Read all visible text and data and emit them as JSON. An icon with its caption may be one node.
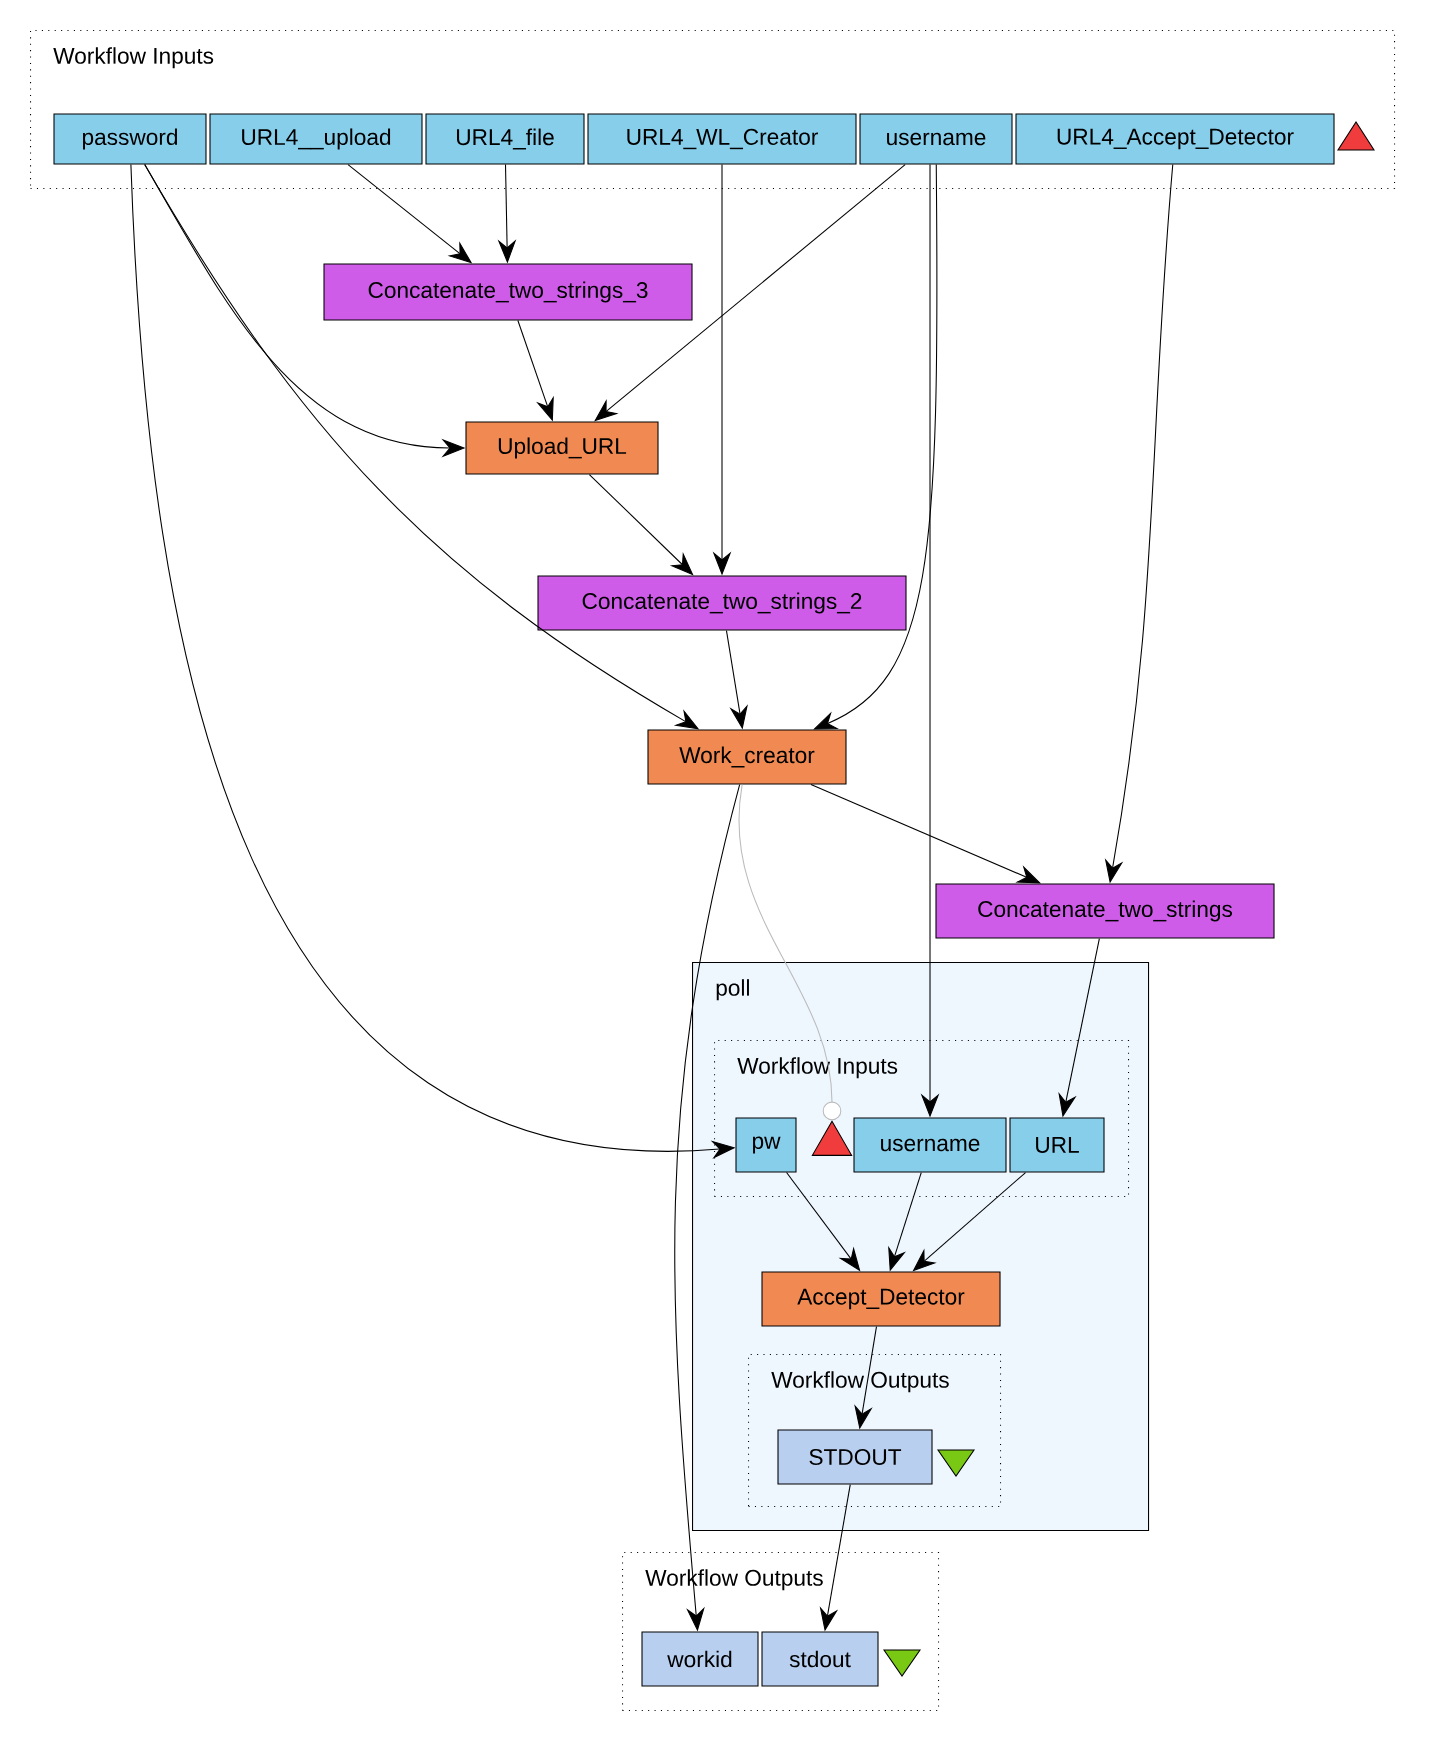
{
  "diagram": {
    "nodes": [
      {
        "text": [
          "Workflow Inputs"
        ]
      },
      {
        "text": [
          "password"
        ],
        "in": 0
      },
      {
        "text": [
          "URL4__upload"
        ],
        "in": 0
      },
      {
        "text": [
          "URL4_file"
        ],
        "in": 0
      },
      {
        "text": [
          "URL4_WL_Creator"
        ],
        "in": 0
      },
      {
        "text": [
          "username"
        ],
        "in": 0
      },
      {
        "text": [
          "URL4_Accept_Detector"
        ],
        "in": 0
      },
      {
        "text": [
          "Concatenate_two_strings_3"
        ]
      },
      {
        "text": [
          "Upload_URL"
        ]
      },
      {
        "text": [
          "Concatenate_two_strings_2"
        ]
      },
      {
        "text": [
          "Work_creator"
        ]
      },
      {
        "text": [
          "Concatenate_two_strings"
        ]
      },
      {
        "text": [
          "poll"
        ]
      },
      {
        "text": [
          "Workflow Inputs"
        ],
        "in": 12
      },
      {
        "text": [
          "pw"
        ],
        "in": 13
      },
      {
        "text": [],
        "shape": "triangle",
        "in": 13
      },
      {
        "text": [
          "username"
        ],
        "in": 13
      },
      {
        "text": [
          "URL"
        ],
        "in": 13
      },
      {
        "text": [
          "Accept_Detector"
        ],
        "in": 12
      },
      {
        "text": [
          "Workflow Outputs"
        ],
        "in": 12
      },
      {
        "text": [
          "STDOUT"
        ],
        "in": 19
      },
      {
        "text": [
          "Workflow Outputs"
        ]
      },
      {
        "text": [
          "workid"
        ],
        "in": 21
      },
      {
        "text": [
          "stdout"
        ],
        "in": 21
      }
    ],
    "edges": [
      {
        "from": 1,
        "to": 8,
        "arrow": "to"
      },
      {
        "from": 1,
        "to": 10,
        "arrow": "to"
      },
      {
        "from": 1,
        "to": 14,
        "arrow": "to"
      },
      {
        "from": 2,
        "to": 7,
        "arrow": "to"
      },
      {
        "from": 3,
        "to": 7,
        "arrow": "to"
      },
      {
        "from": 7,
        "to": 8,
        "arrow": "to"
      },
      {
        "from": 5,
        "to": 8,
        "arrow": "to"
      },
      {
        "from": 4,
        "to": 9,
        "arrow": "to"
      },
      {
        "from": 8,
        "to": 9,
        "arrow": "to"
      },
      {
        "from": 9,
        "to": 10,
        "arrow": "to"
      },
      {
        "from": 5,
        "to": 10,
        "arrow": "to"
      },
      {
        "from": 5,
        "to": 16,
        "arrow": "to"
      },
      {
        "from": 6,
        "to": 11,
        "arrow": "to"
      },
      {
        "from": 10,
        "to": 11,
        "arrow": "to"
      },
      {
        "from": 10,
        "to": 15,
        "arrow": "other",
        "color": "#bbbbbb"
      },
      {
        "from": 10,
        "to": 22,
        "arrow": "to"
      },
      {
        "from": 11,
        "to": 17,
        "arrow": "to"
      },
      {
        "from": 14,
        "to": 18,
        "arrow": "to"
      },
      {
        "from": 16,
        "to": 18,
        "arrow": "to"
      },
      {
        "from": 17,
        "to": 18,
        "arrow": "to"
      },
      {
        "from": 18,
        "to": 20,
        "arrow": "to"
      },
      {
        "from": 20,
        "to": 23,
        "arrow": "to"
      }
    ]
  }
}
